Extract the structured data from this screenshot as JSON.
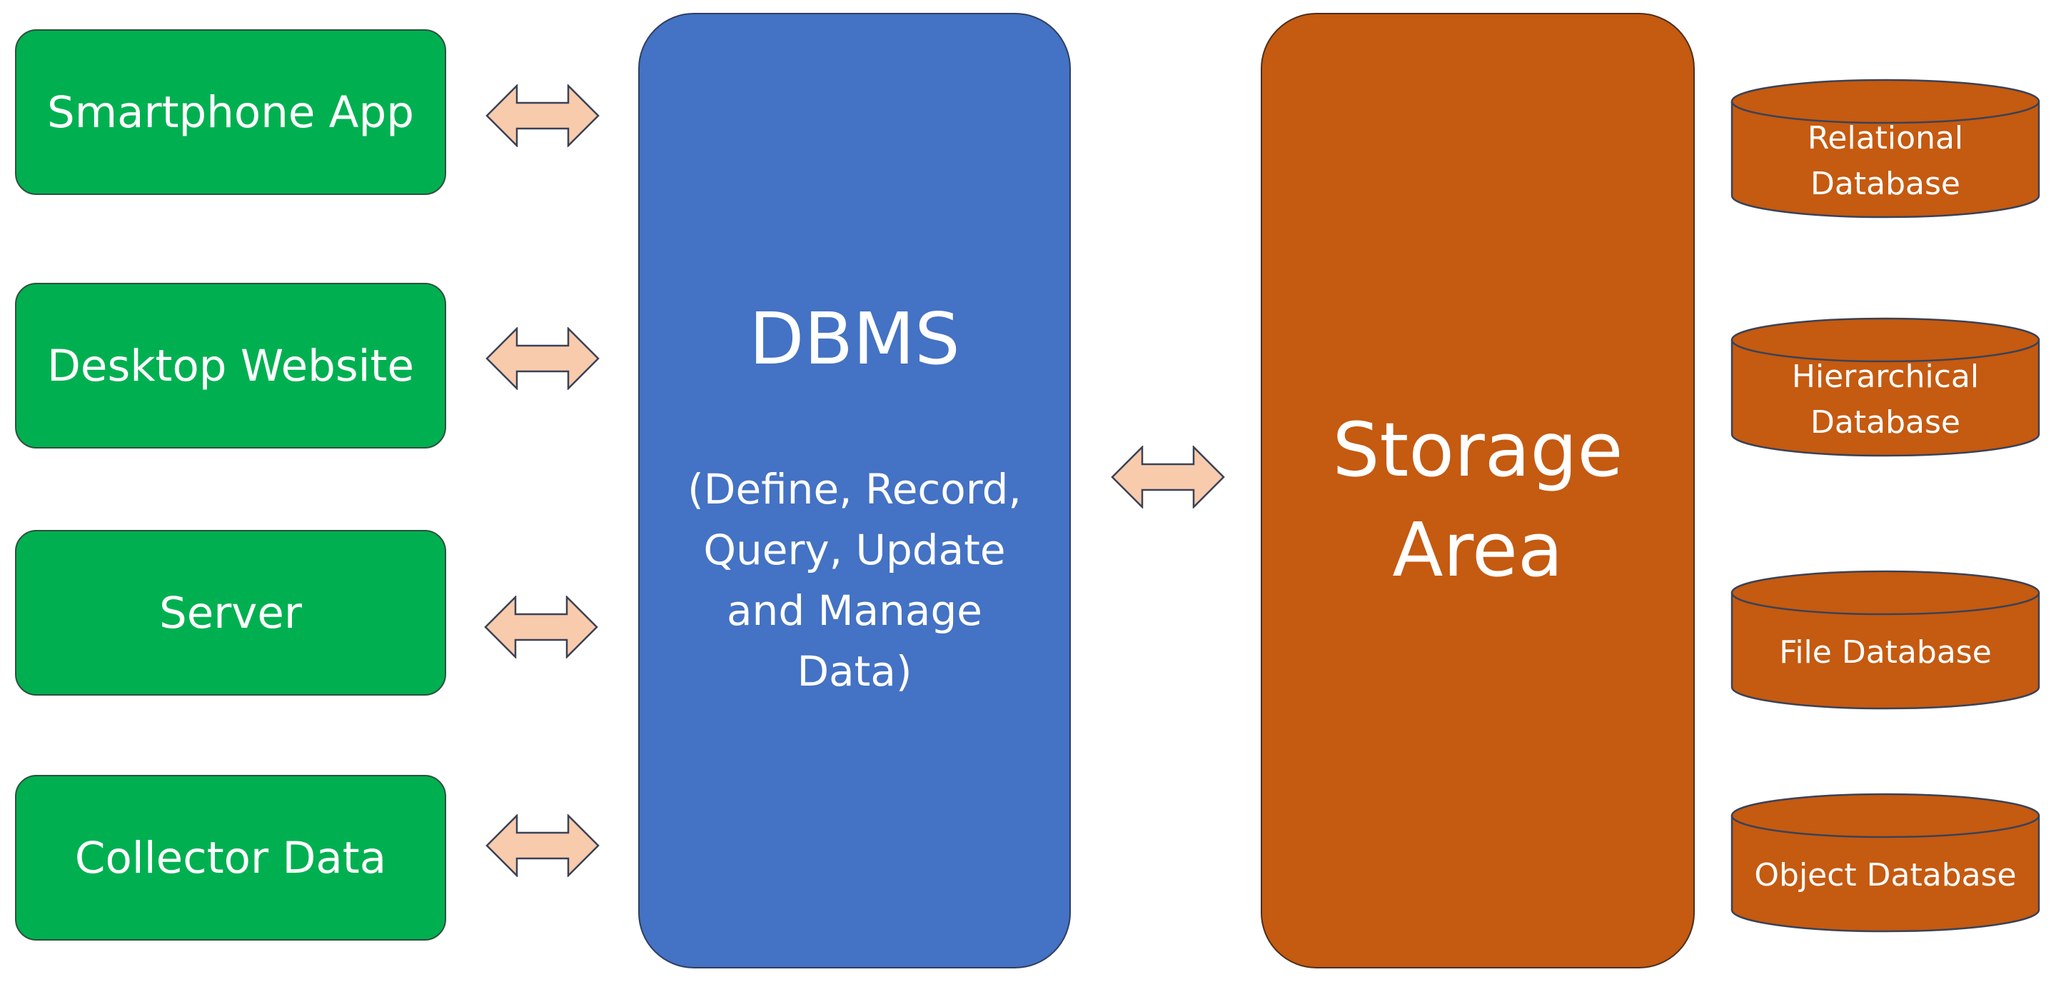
{
  "clients": [
    {
      "label": "Smartphone App"
    },
    {
      "label": "Desktop Website"
    },
    {
      "label": "Server"
    },
    {
      "label": "Collector Data"
    }
  ],
  "dbms": {
    "title": "DBMS",
    "description": "(Define, Record,\nQuery, Update\nand Manage\nData)"
  },
  "storage": {
    "title": "Storage\nArea"
  },
  "databases": [
    {
      "label": "Relational\nDatabase"
    },
    {
      "label": "Hierarchical\nDatabase"
    },
    {
      "label": "File Database"
    },
    {
      "label": "Object Database"
    }
  ],
  "colors": {
    "client": "#00b050",
    "dbms": "#4472c4",
    "storage": "#c55a11",
    "arrow": "#f8cbad"
  },
  "icons": {
    "connector": "double-arrow-icon",
    "database": "cylinder-icon"
  }
}
